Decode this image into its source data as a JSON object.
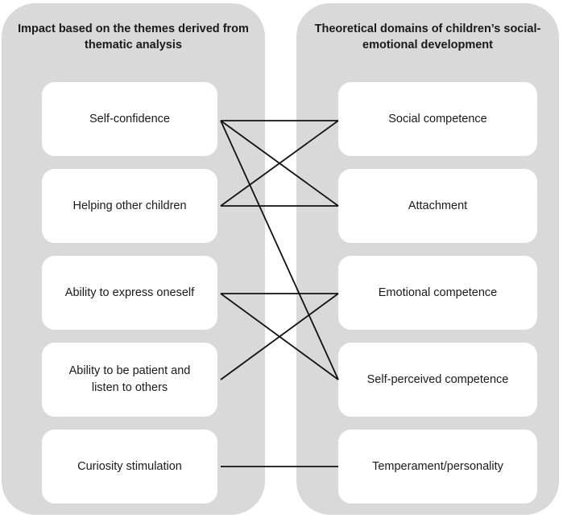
{
  "left_panel": {
    "title": "Impact based on the themes derived from thematic analysis",
    "items": [
      "Self-confidence",
      "Helping other children",
      "Ability to express oneself",
      "Ability to be patient and listen to others",
      "Curiosity stimulation"
    ]
  },
  "right_panel": {
    "title": "Theoretical domains of children’s social-emotional development",
    "items": [
      "Social competence",
      "Attachment",
      "Emotional competence",
      "Self-perceived competence",
      "Temperament/personality"
    ]
  },
  "connections": [
    {
      "from": "Self-confidence",
      "to": "Social competence"
    },
    {
      "from": "Self-confidence",
      "to": "Attachment"
    },
    {
      "from": "Self-confidence",
      "to": "Self-perceived competence"
    },
    {
      "from": "Helping other children",
      "to": "Social competence"
    },
    {
      "from": "Helping other children",
      "to": "Attachment"
    },
    {
      "from": "Ability to express oneself",
      "to": "Emotional competence"
    },
    {
      "from": "Ability to express oneself",
      "to": "Self-perceived competence"
    },
    {
      "from": "Ability to be patient and listen to others",
      "to": "Emotional competence"
    },
    {
      "from": "Curiosity stimulation",
      "to": "Temperament/personality"
    }
  ],
  "colors": {
    "panel": "#d9d9d9",
    "box": "#ffffff",
    "line": "#111111"
  }
}
